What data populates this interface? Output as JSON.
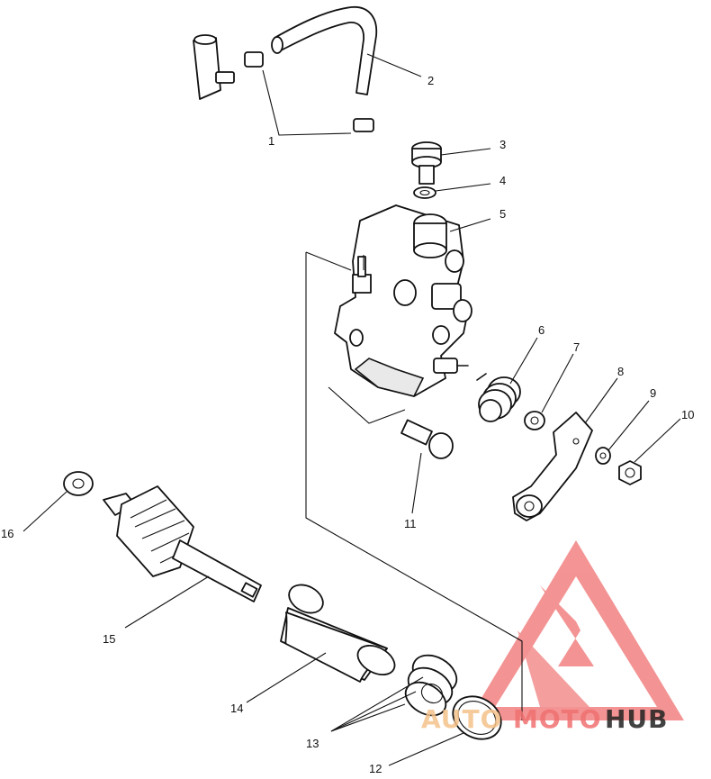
{
  "diagram": {
    "callouts": [
      {
        "id": "label-1",
        "text": "1"
      },
      {
        "id": "label-2",
        "text": "2"
      },
      {
        "id": "label-3",
        "text": "3"
      },
      {
        "id": "label-4",
        "text": "4"
      },
      {
        "id": "label-5",
        "text": "5"
      },
      {
        "id": "label-6",
        "text": "6"
      },
      {
        "id": "label-7",
        "text": "7"
      },
      {
        "id": "label-8",
        "text": "8"
      },
      {
        "id": "label-9",
        "text": "9"
      },
      {
        "id": "label-10",
        "text": "10"
      },
      {
        "id": "label-11",
        "text": "11"
      },
      {
        "id": "label-12",
        "text": "12"
      },
      {
        "id": "label-13",
        "text": "13"
      },
      {
        "id": "label-14",
        "text": "14"
      },
      {
        "id": "label-15",
        "text": "15"
      },
      {
        "id": "label-16",
        "text": "16"
      }
    ]
  },
  "watermark": {
    "text_auto": "AUTO",
    "text_moto": "MOTO",
    "text_hub": "HUB",
    "colors": {
      "triangle": "#f07070",
      "auto": "#f5c28a",
      "moto": "#f07070",
      "hub": "#222222"
    }
  }
}
